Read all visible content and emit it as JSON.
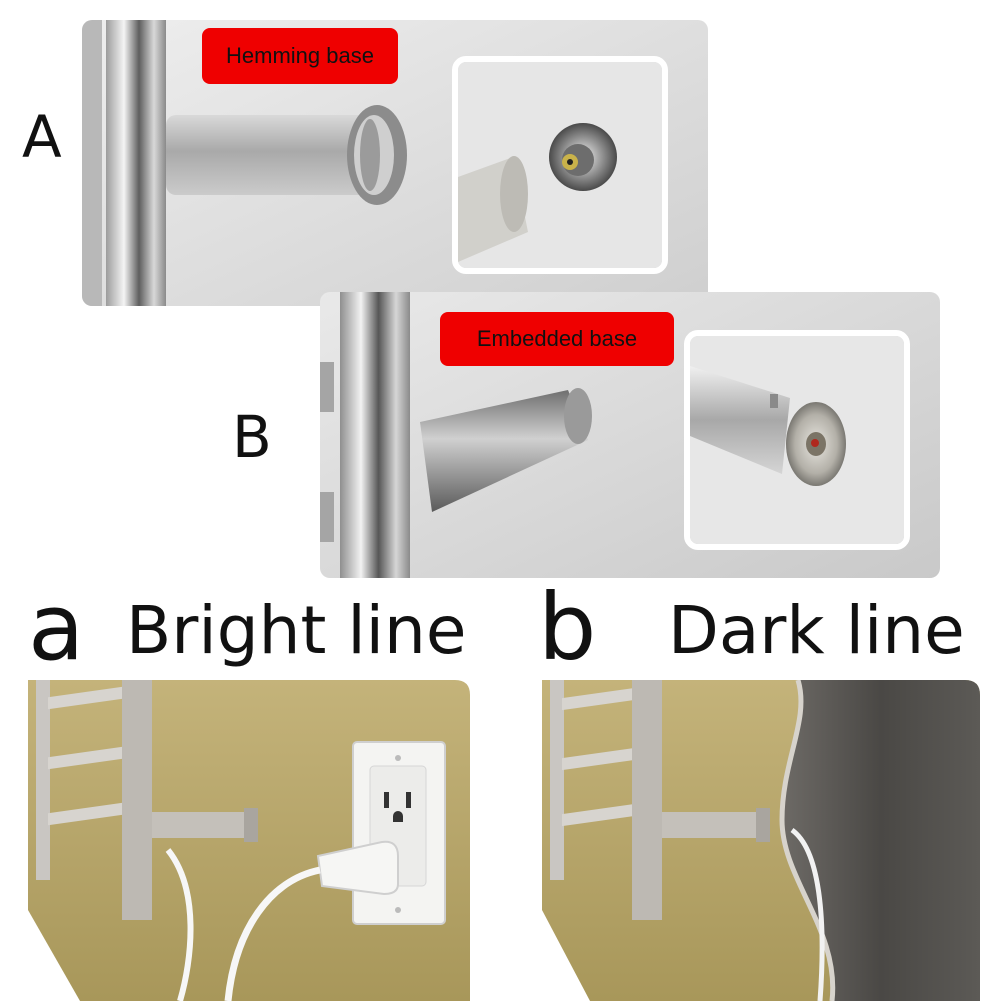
{
  "panel_a": {
    "letter": "A",
    "label": "Hemming base"
  },
  "panel_b": {
    "letter": "B",
    "label": "Embedded base"
  },
  "option_a": {
    "letter": "a",
    "caption": "Bright line"
  },
  "option_b": {
    "letter": "b",
    "caption": "Dark line"
  },
  "colors": {
    "tag_red": "#ef0000",
    "wall_khaki": "#b7a66a",
    "steel": "#c9c6c2",
    "outline": "#ffffff"
  }
}
